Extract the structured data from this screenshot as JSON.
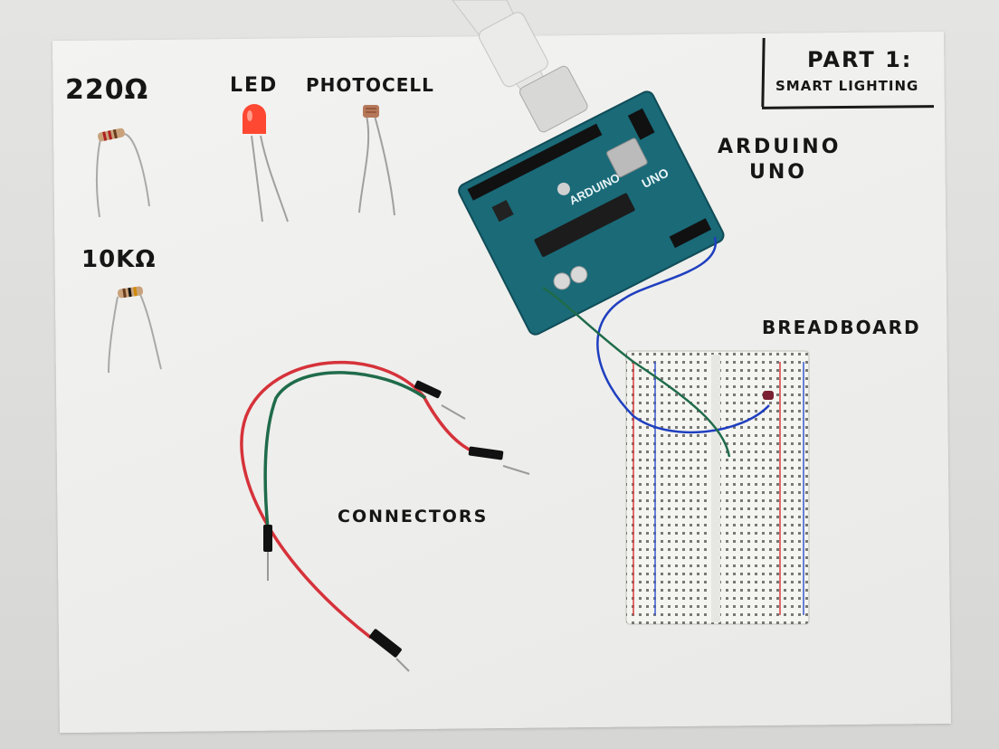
{
  "title": {
    "line1": "PART 1:",
    "line2": "SMART LIGHTING"
  },
  "labels": {
    "resistor_220": "220Ω",
    "led": "LED",
    "photocell": "PHOTOCELL",
    "resistor_10k": "10KΩ",
    "arduino_line1": "ARDUINO",
    "arduino_line2": "UNO",
    "breadboard": "BREADBOARD",
    "connectors": "CONNECTORS"
  },
  "board_text": {
    "brand": "ARDUINO",
    "model": "UNO"
  },
  "colors": {
    "paper": "#efefed",
    "board": "#1a6a78",
    "breadboard": "#f4f4f0",
    "red_wire": "#d6323a",
    "green_wire": "#1f6b4a",
    "blue_wire": "#1f3fbf",
    "led_red": "#ff3a22",
    "usb_cable": "#e8e8e6"
  },
  "icons": {
    "resistor": "resistor-icon",
    "led": "led-icon",
    "photocell": "photocell-icon",
    "arduino": "arduino-board-icon",
    "breadboard": "breadboard-icon",
    "wires": "jumper-wire-icon"
  }
}
